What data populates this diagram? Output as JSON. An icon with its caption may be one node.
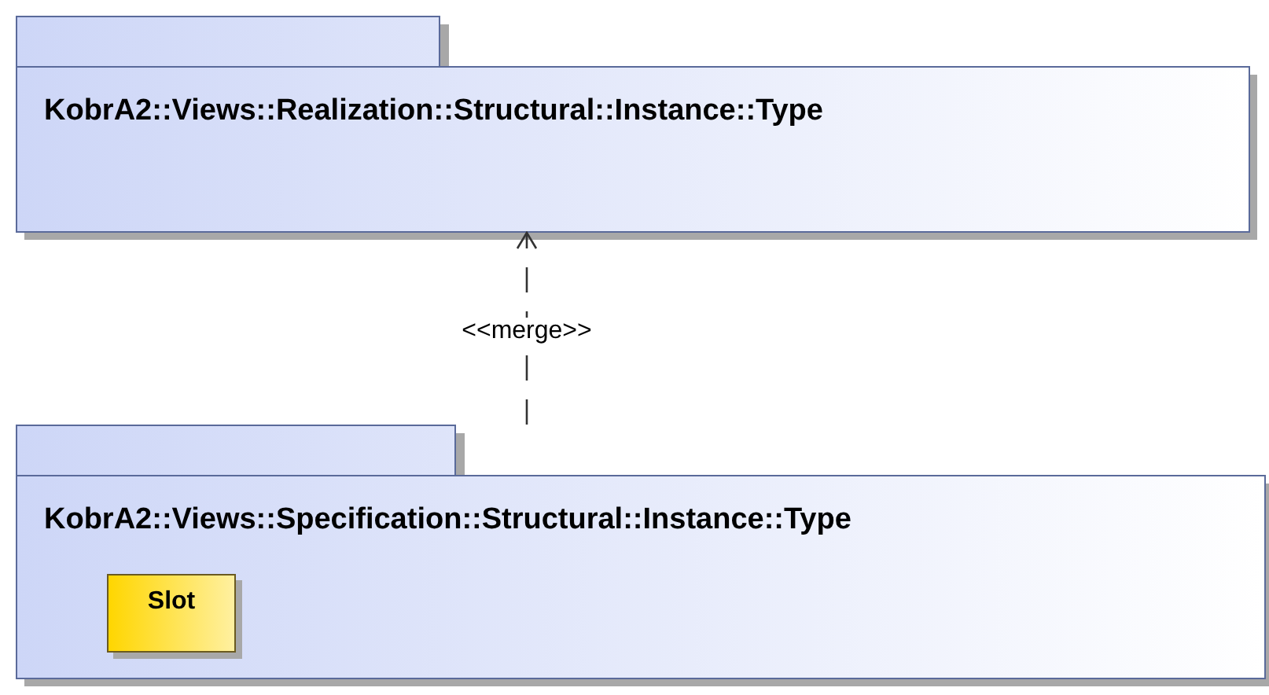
{
  "diagram": {
    "nodes": [
      {
        "text": [
          "KobrA2::Views::Realization::Structural::Instance::Type"
        ]
      },
      {
        "text": [
          "KobrA2::Views::Specification::Structural::Instance::Type"
        ]
      },
      {
        "text": [
          "Slot"
        ],
        "in": 1
      }
    ],
    "edges": [
      {
        "from": 1,
        "to": 0,
        "arrow": "to",
        "label": "<<merge>>",
        "style": "dashed"
      }
    ]
  }
}
